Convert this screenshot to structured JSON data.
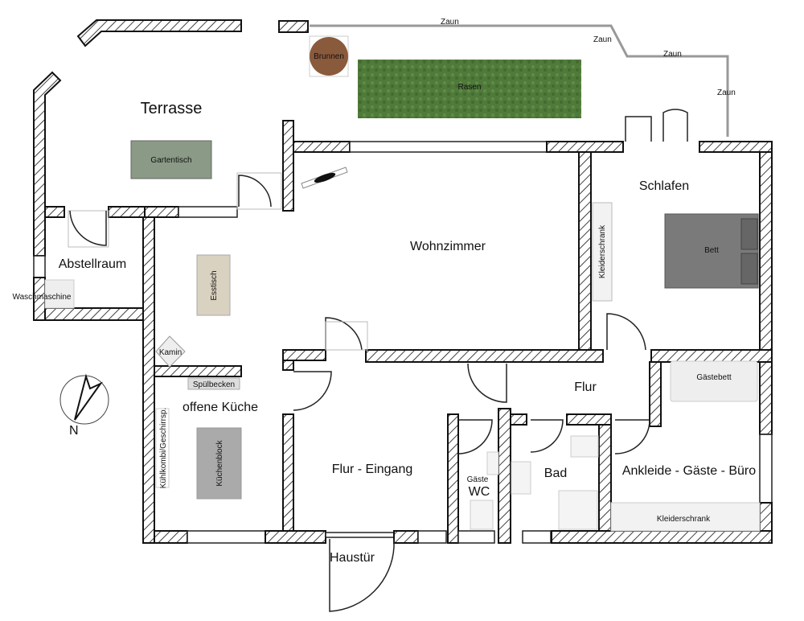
{
  "plan": {
    "rooms": {
      "terrasse": "Terrasse",
      "wohnzimmer": "Wohnzimmer",
      "schlafen": "Schlafen",
      "abstellraum": "Abstellraum",
      "offene_kueche": "offene Küche",
      "flur_eingang": "Flur - Eingang",
      "flur": "Flur",
      "gaeste": "Gäste",
      "wc": "WC",
      "bad": "Bad",
      "ankleide": "Ankleide - Gäste - Büro",
      "haustuer": "Haustür"
    },
    "furniture": {
      "gartentisch": "Gartentisch",
      "brunnen": "Brunnen",
      "rasen": "Rasen",
      "esstisch": "Esstisch",
      "kamin": "Kamin",
      "spuelbecken": "Spülbecken",
      "kuehlkombi": "Kühlkombi/Geschirrsp.",
      "kuechenblock": "Küchenblock",
      "waschmaschine": "Waschmaschine",
      "kleiderschrank_schlafen": "Kleiderschrank",
      "bett": "Bett",
      "gaestebett": "Gästebett",
      "kleiderschrank_ankleide": "Kleiderschrank"
    },
    "fence_labels": [
      "Zaun",
      "Zaun",
      "Zaun",
      "Zaun"
    ],
    "compass_label": "N",
    "colors": {
      "rasen": "#4f7a3a",
      "brunnen": "#8a5a3c",
      "gartentisch": "#8a9a86",
      "bett": "#7a7a7a"
    }
  }
}
